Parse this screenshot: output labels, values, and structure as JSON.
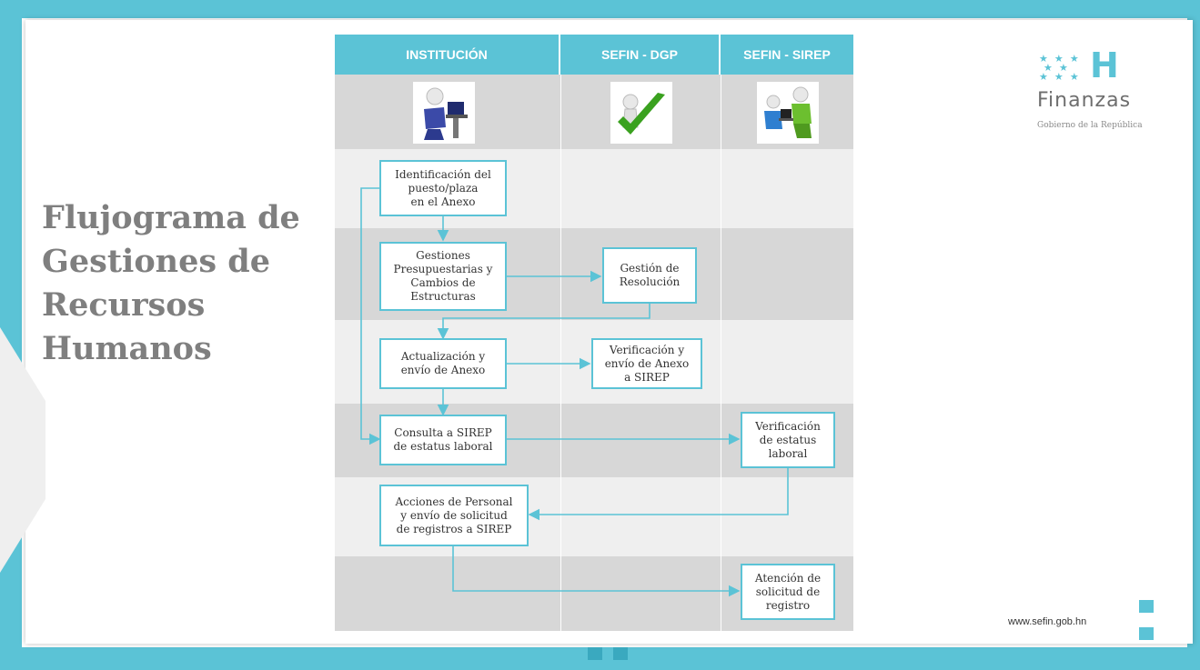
{
  "title": [
    "Flujograma de",
    "Gestiones de",
    "Recursos",
    "Humanos"
  ],
  "columns": [
    "INSTITUCIÓN",
    "SEFIN - DGP",
    "SEFIN - SIREP"
  ],
  "icons": [
    "person-at-computer-icon",
    "check-mark-figure-icon",
    "two-people-at-computer-icon"
  ],
  "boxes": [
    "Identificación del\npuesto/plaza\nen el Anexo",
    "Gestiones\nPresupuestarias y\nCambios de\nEstructuras",
    "Gestión de\nResolución",
    "Actualización y\nenvío de Anexo",
    "Verificación y\nenvío de Anexo\na SIREP",
    "Consulta a SIREP\nde estatus laboral",
    "Verificación\nde estatus\nlaboral",
    "Acciones de Personal\ny envío de solicitud\nde registros a SIREP",
    "Atención de\nsolicitud de\nregistro"
  ],
  "logo": {
    "mark": "H",
    "name": "Finanzas",
    "subtitle": "Gobierno de la República"
  },
  "website": "www.sefin.gob.hn",
  "colors": {
    "accent": "#5bc3d6",
    "band_dark": "#d7d7d7",
    "band_light": "#efefef",
    "title": "#7f7f7f"
  }
}
